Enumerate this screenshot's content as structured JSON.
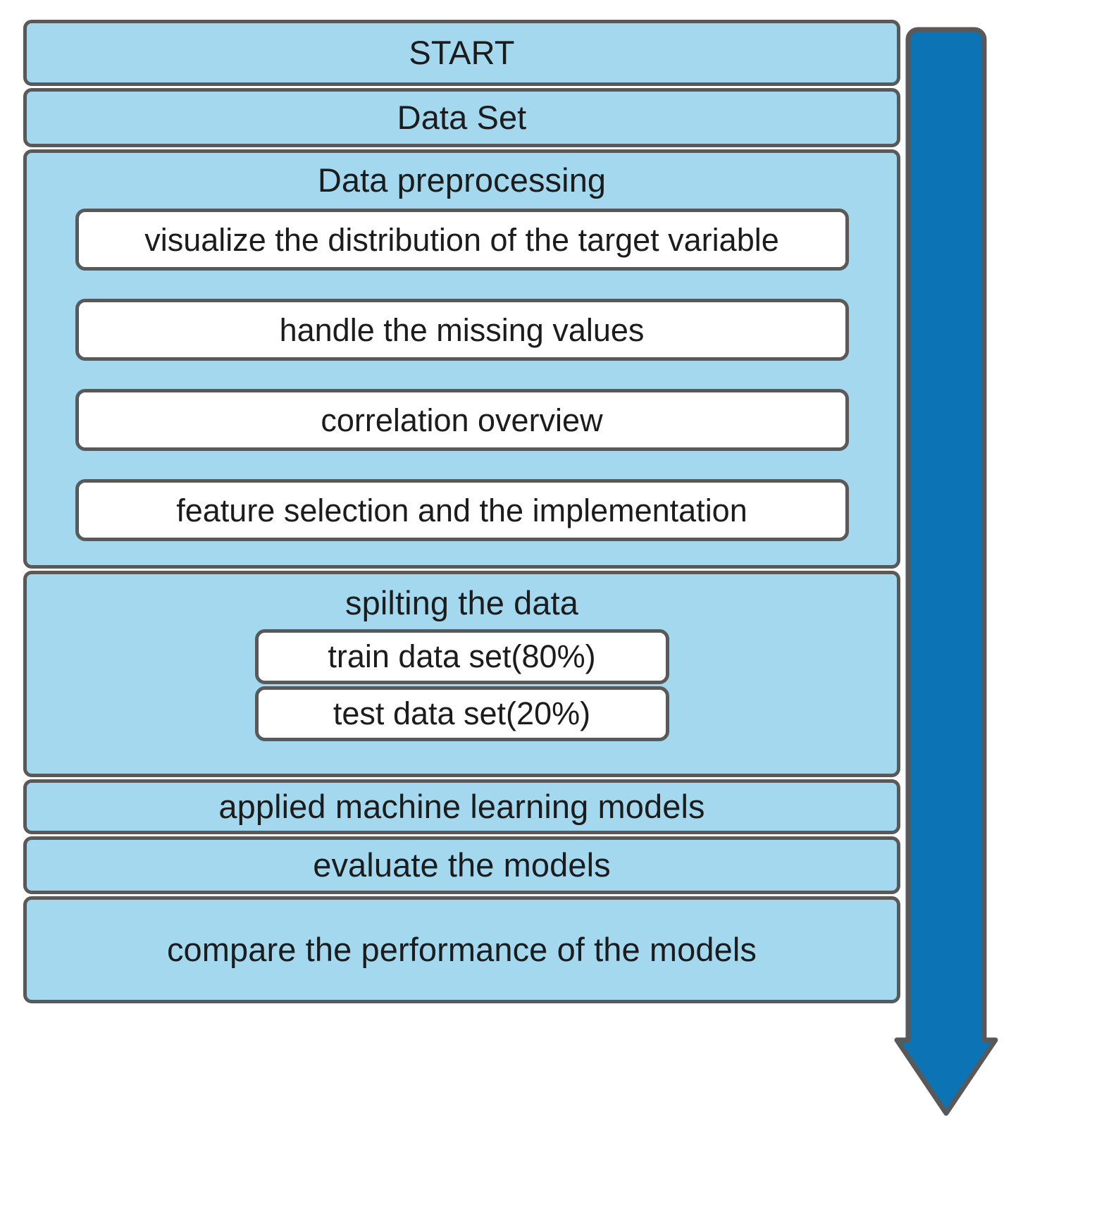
{
  "diagram": {
    "type": "flowchart",
    "orientation": "vertical",
    "colors": {
      "stage_fill": "#a3d8ee",
      "task_fill": "#ffffff",
      "border": "#595959",
      "arrow_fill": "#0c74b5",
      "text": "#1c1c1c"
    },
    "stages": [
      {
        "id": "start",
        "label": "START",
        "tasks": []
      },
      {
        "id": "dataset",
        "label": "Data Set",
        "tasks": []
      },
      {
        "id": "preprocess",
        "label": "Data preprocessing",
        "tasks": [
          "visualize the distribution of the target variable",
          "handle the missing values",
          "correlation overview",
          "feature selection and the implementation"
        ]
      },
      {
        "id": "split",
        "label": "spilting the data",
        "tasks": [
          "train data set(80%)",
          "test data set(20%)"
        ]
      },
      {
        "id": "applied",
        "label": "applied machine learning models",
        "tasks": []
      },
      {
        "id": "evaluate",
        "label": "evaluate the models",
        "tasks": []
      },
      {
        "id": "compare",
        "label": "compare the performance of the models",
        "tasks": []
      }
    ],
    "arrow": {
      "name": "downward-flow-arrow",
      "direction": "down",
      "color": "#0c74b5"
    }
  }
}
